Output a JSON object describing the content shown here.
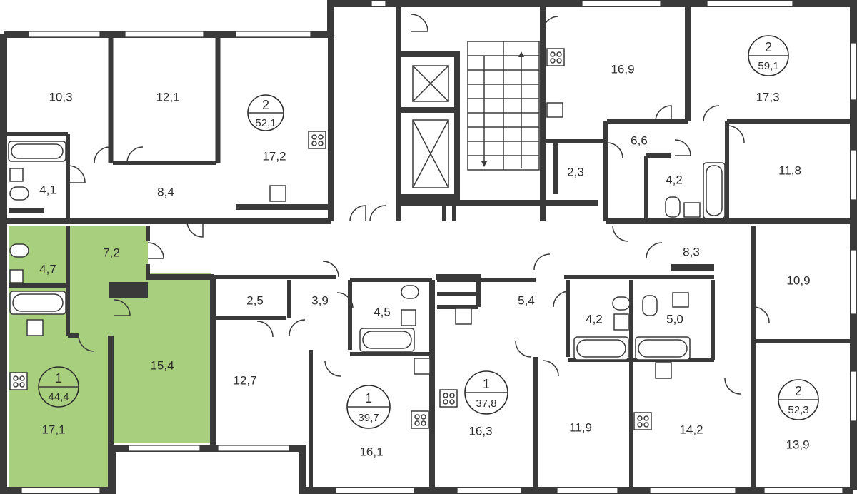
{
  "colors": {
    "wall": "#3a3a3a",
    "highlight": "#a8cf7d",
    "background": "#ffffff"
  },
  "apartments": [
    {
      "id": "apt-left-top",
      "rooms": "2",
      "total": "52,1"
    },
    {
      "id": "apt-right-top",
      "rooms": "2",
      "total": "59,1"
    },
    {
      "id": "apt-highlighted",
      "rooms": "1",
      "total": "44,4",
      "highlighted": true
    },
    {
      "id": "apt-center-left",
      "rooms": "1",
      "total": "39,7"
    },
    {
      "id": "apt-center",
      "rooms": "1",
      "total": "37,8"
    },
    {
      "id": "apt-right-bottom",
      "rooms": "2",
      "total": "52,3"
    }
  ],
  "rooms": [
    "10,3",
    "12,1",
    "17,2",
    "4,1",
    "8,4",
    "16,9",
    "17,3",
    "6,6",
    "2,3",
    "4,2",
    "11,8",
    "4,7",
    "7,2",
    "15,4",
    "17,1",
    "2,5",
    "3,9",
    "4,5",
    "12,7",
    "16,1",
    "5,4",
    "4,2",
    "5,0",
    "16,3",
    "11,9",
    "14,2",
    "8,3",
    "10,9",
    "13,9"
  ]
}
